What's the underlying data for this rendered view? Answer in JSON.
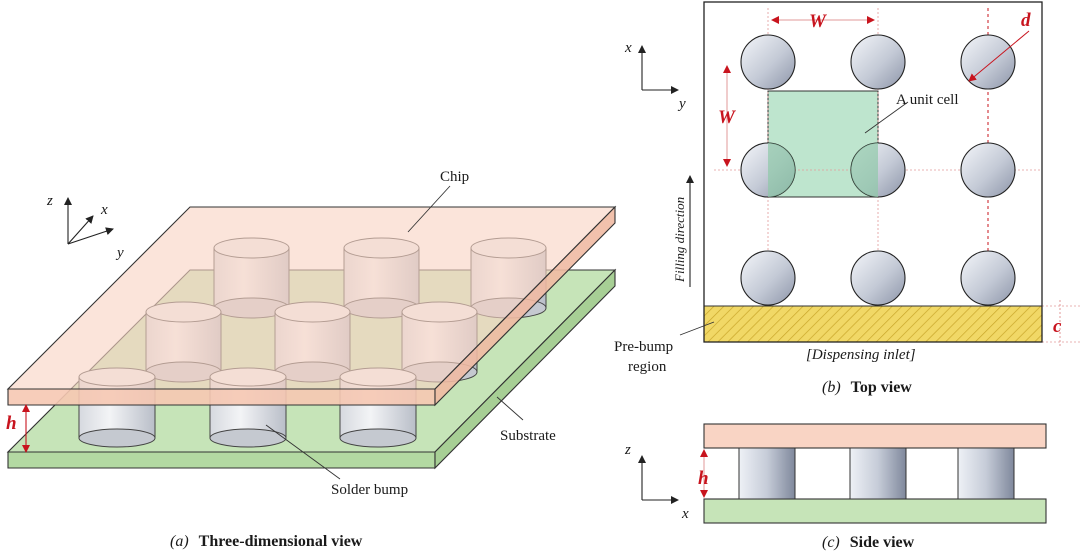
{
  "panel_a": {
    "chip_label": "Chip",
    "substrate_label": "Substrate",
    "bump_label": "Solder bump",
    "h_label": "h",
    "axis_z": "z",
    "axis_x": "x",
    "axis_y": "y",
    "caption_letter": "(a)",
    "caption_text": "Three-dimensional view"
  },
  "panel_b": {
    "W_top": "W",
    "W_left": "W",
    "d_label": "d",
    "c_label": "c",
    "unit_cell_label": "A unit cell",
    "filling_label": "Filling direction",
    "prebump_line1": "Pre-bump",
    "prebump_line2": "region",
    "inlet_label": "[Dispensing inlet]",
    "axis_x": "x",
    "axis_y": "y",
    "caption_letter": "(b)",
    "caption_text": "Top view"
  },
  "panel_c": {
    "axis_z": "z",
    "axis_x": "x",
    "h_label": "h",
    "caption_letter": "(c)",
    "caption_text": "Side view"
  },
  "colors": {
    "chip": "#f9d4c4",
    "substrate": "#c6e4b8",
    "bump_gray": "#c5cbd6",
    "unit_cell": "#b3e0c6",
    "prebump": "#f1d866",
    "dimension_red": "#c8141e"
  }
}
